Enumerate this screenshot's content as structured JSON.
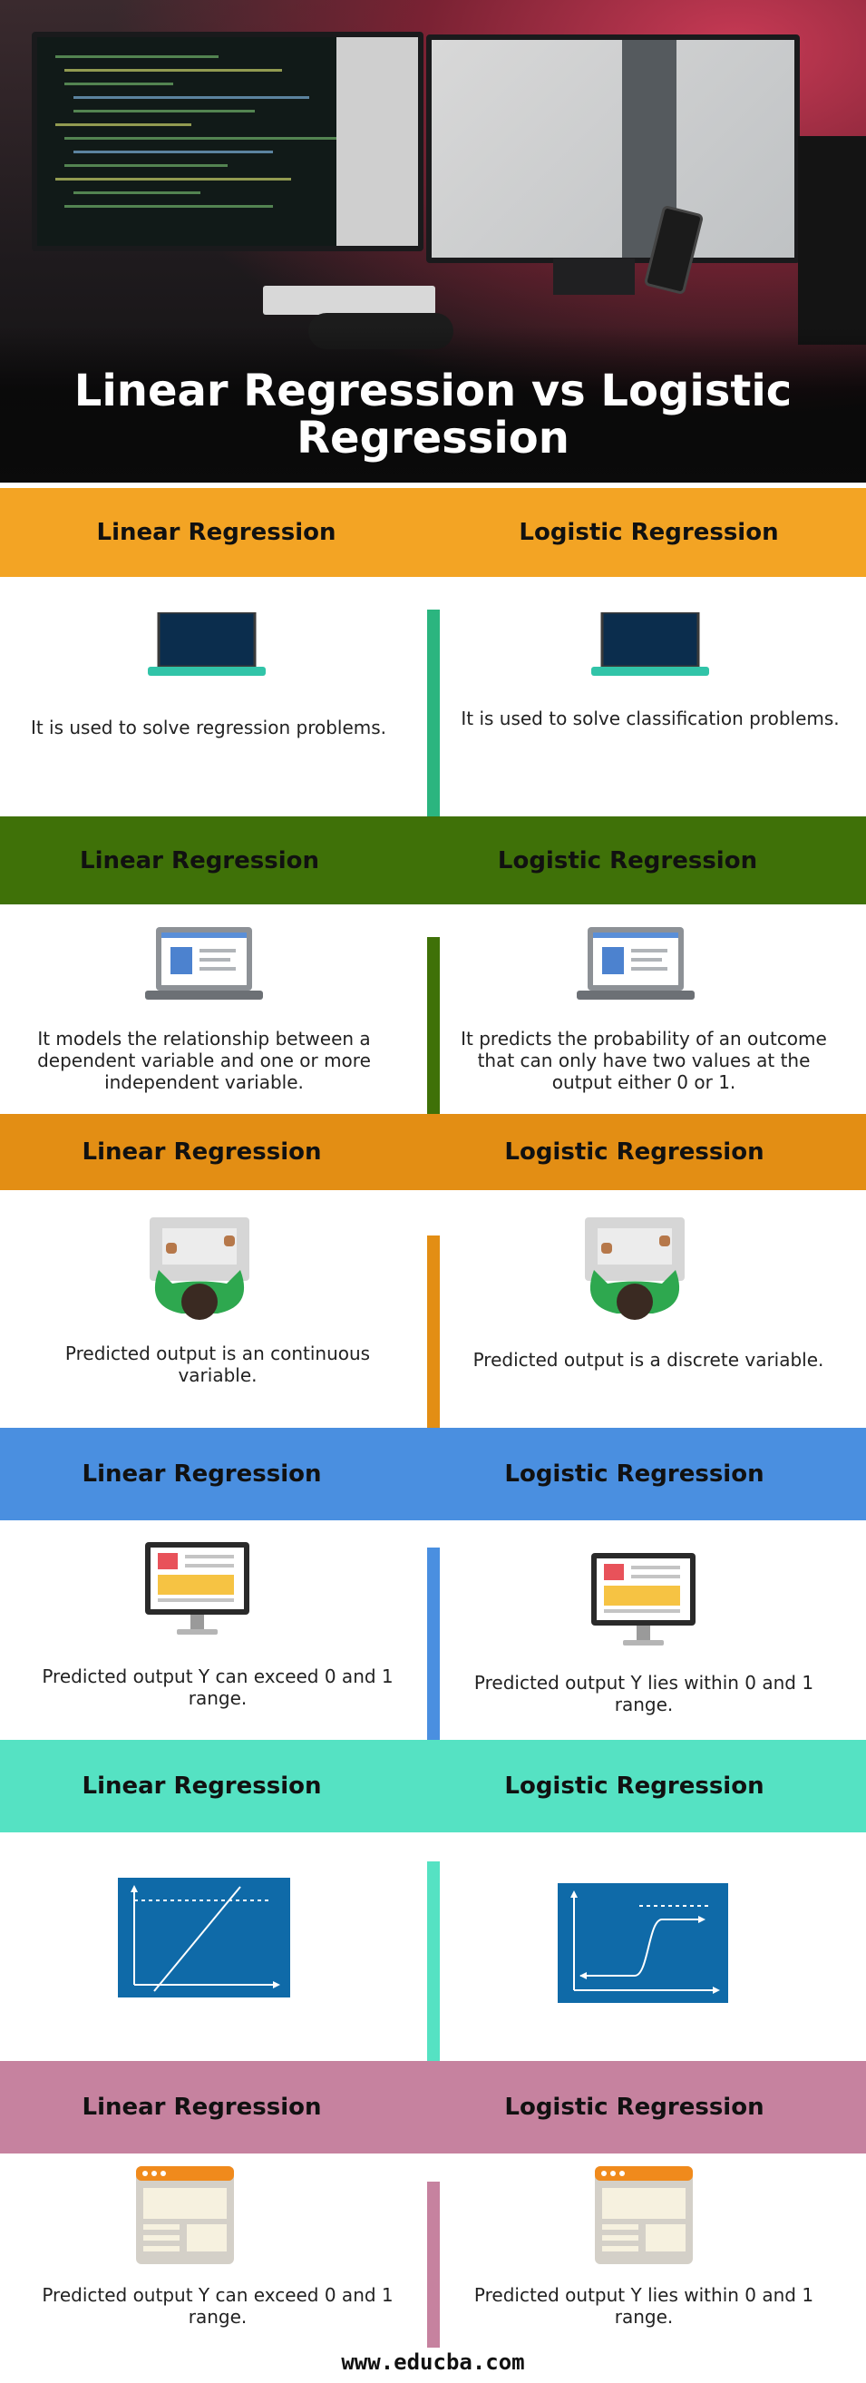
{
  "title": "Linear Regression vs Logistic Regression",
  "header_left": "Linear Regression",
  "header_right": "Logistic Regression",
  "rows": [
    {
      "color": "#f3a424",
      "line": "#2bb57f",
      "left": "It is used to solve regression problems.",
      "right": "It is used to solve classification problems.",
      "icon": "laptop-icon"
    },
    {
      "color": "#3f7108",
      "line": "#3f7108",
      "left": "It models the relationship between a dependent variable and one or more independent variable.",
      "right": "It predicts the probability of an outcome that can only have two values at the output either 0 or 1.",
      "icon": "browser-laptop-icon"
    },
    {
      "color": "#e38e14",
      "line": "#e38e14",
      "left": "Predicted output is an continuous variable.",
      "right": "Predicted output is a discrete variable.",
      "icon": "person-at-desk-icon"
    },
    {
      "color": "#4a8fe0",
      "line": "#4a8fe0",
      "left": "Predicted output Y can exceed 0 and 1 range.",
      "right": "Predicted output Y lies within 0 and 1 range.",
      "icon": "desktop-monitor-icon"
    },
    {
      "color": "#55e2c3",
      "line": "#55e2c3",
      "left": "",
      "right": "",
      "icon": "graph-icon"
    },
    {
      "color": "#c6829f",
      "line": "#c6829f",
      "left": "Predicted output Y can exceed 0 and 1 range.",
      "right": "Predicted output Y lies within 0 and 1 range.",
      "icon": "web-page-icon"
    }
  ],
  "footer": "www.educba.com"
}
